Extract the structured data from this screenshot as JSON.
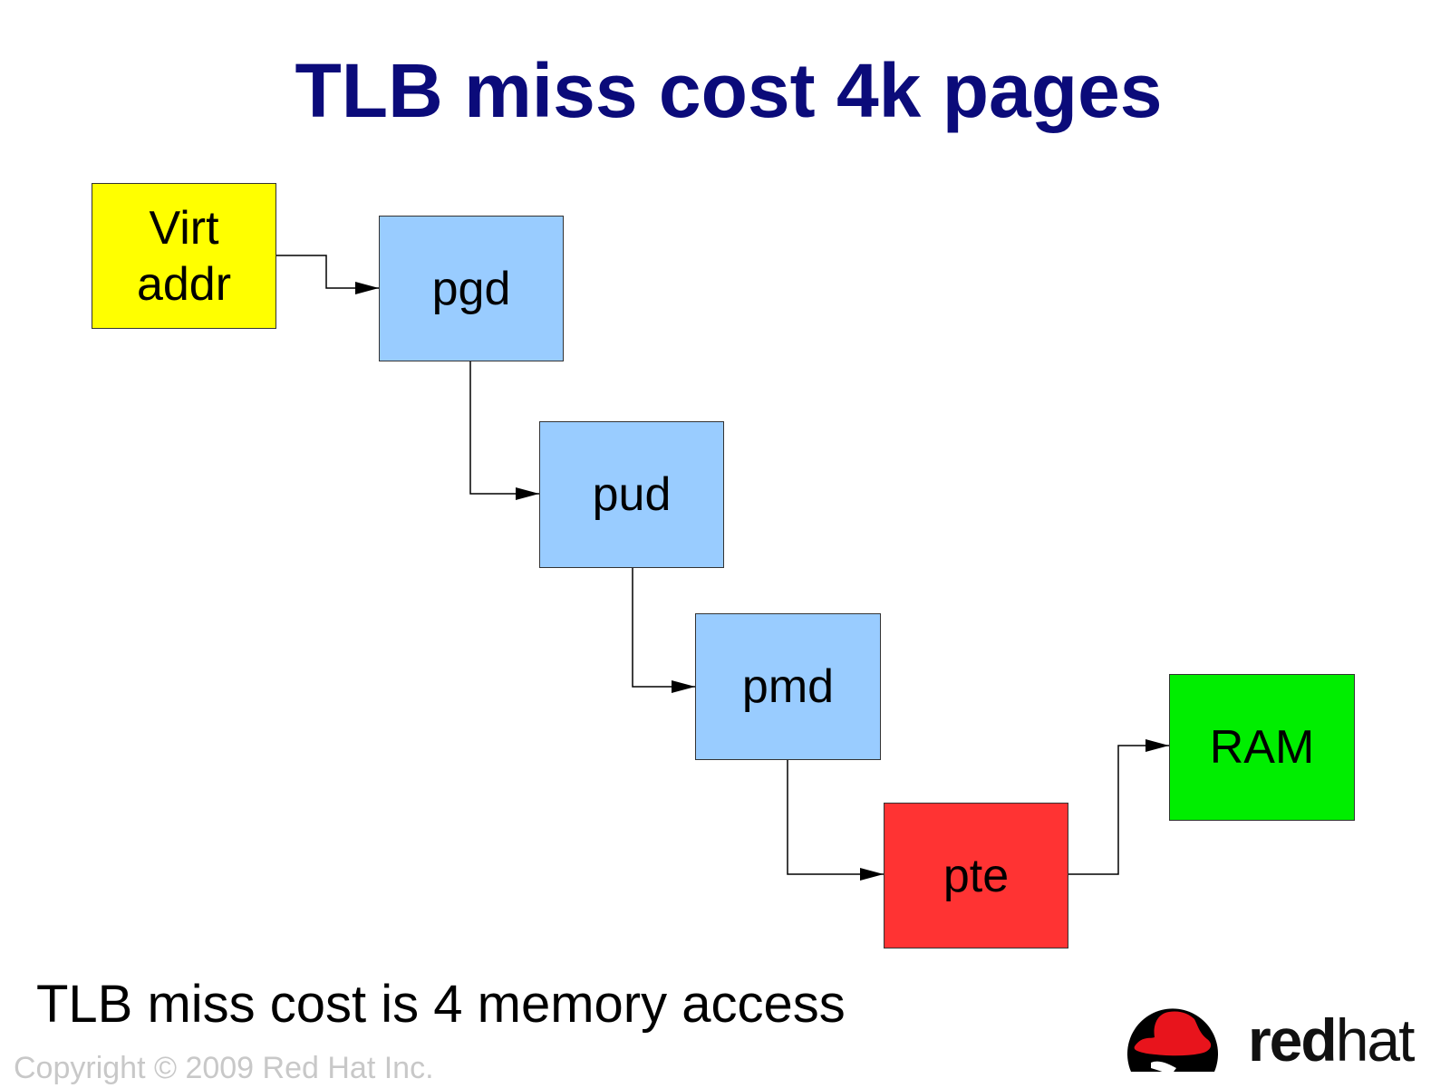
{
  "title": "TLB miss cost 4k pages",
  "boxes": {
    "virt": [
      "Virt",
      "addr"
    ],
    "pgd": "pgd",
    "pud": "pud",
    "pmd": "pmd",
    "pte": "pte",
    "ram": "RAM"
  },
  "footer": "TLB miss cost is 4 memory access",
  "copyright": "Copyright © 2009 Red Hat Inc.",
  "logo": {
    "bold": "red",
    "light": "hat"
  },
  "colors": {
    "title": "#0b0b7a",
    "virt": "#ffff00",
    "table": "#99ccff",
    "pte": "#ff3333",
    "ram": "#00ee00"
  }
}
